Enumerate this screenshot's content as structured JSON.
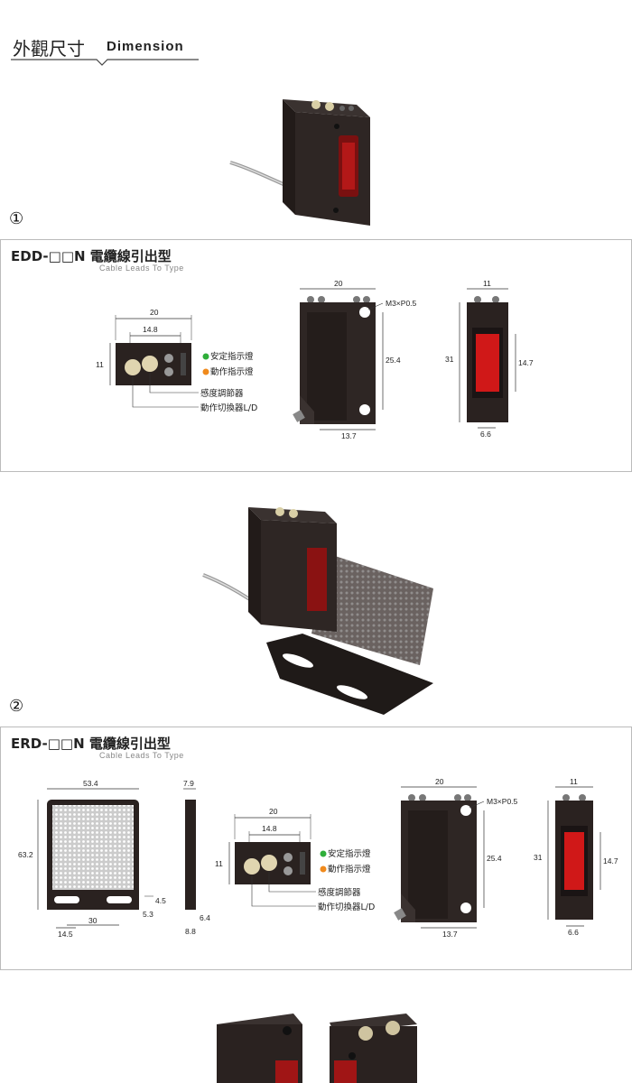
{
  "header": {
    "title_zh": "外觀尺寸",
    "title_en": "Dimension"
  },
  "section1": {
    "number": "①",
    "model": "EDD-□□N 電纜線引出型",
    "subtitle": "Cable Leads To Type",
    "top_view": {
      "w": "20",
      "inner": "14.8",
      "h": "11",
      "led_stable": "安定指示燈",
      "led_action": "動作指示燈",
      "sensitivity": "感度調節器",
      "switch": "動作切換器L/D"
    },
    "side_view": {
      "w": "20",
      "screw": "M3×P0.5",
      "h": "25.4",
      "bottom": "13.7"
    },
    "front_view": {
      "w": "11",
      "h": "31",
      "lens": "14.7",
      "bottom": "6.6"
    }
  },
  "section2": {
    "number": "②",
    "model": "ERD-□□N 電纜線引出型",
    "subtitle": "Cable Leads To Type",
    "reflector": {
      "w": "53.4",
      "h": "63.2",
      "hole_pitch": "30",
      "left": "14.5",
      "r1": "4.5",
      "r2": "5.3"
    },
    "reflector_side": {
      "t": "7.9",
      "b1": "6.4",
      "b2": "8.8"
    },
    "top_view": {
      "w": "20",
      "inner": "14.8",
      "h": "11",
      "led_stable": "安定指示燈",
      "led_action": "動作指示燈",
      "sensitivity": "感度調節器",
      "switch": "動作切換器L/D"
    },
    "side_view": {
      "w": "20",
      "screw": "M3×P0.5",
      "h": "25.4",
      "bottom": "13.7"
    },
    "front_view": {
      "w": "11",
      "h": "31",
      "lens": "14.7",
      "bottom": "6.6"
    }
  },
  "colors": {
    "led_green": "#2fae3a",
    "led_orange": "#f08a1c",
    "body": "#2a2220",
    "lens_red": "#d01818"
  },
  "icons": [
    "sensor-photo",
    "sensor-reflector-photo",
    "sensor-pair-photo"
  ]
}
